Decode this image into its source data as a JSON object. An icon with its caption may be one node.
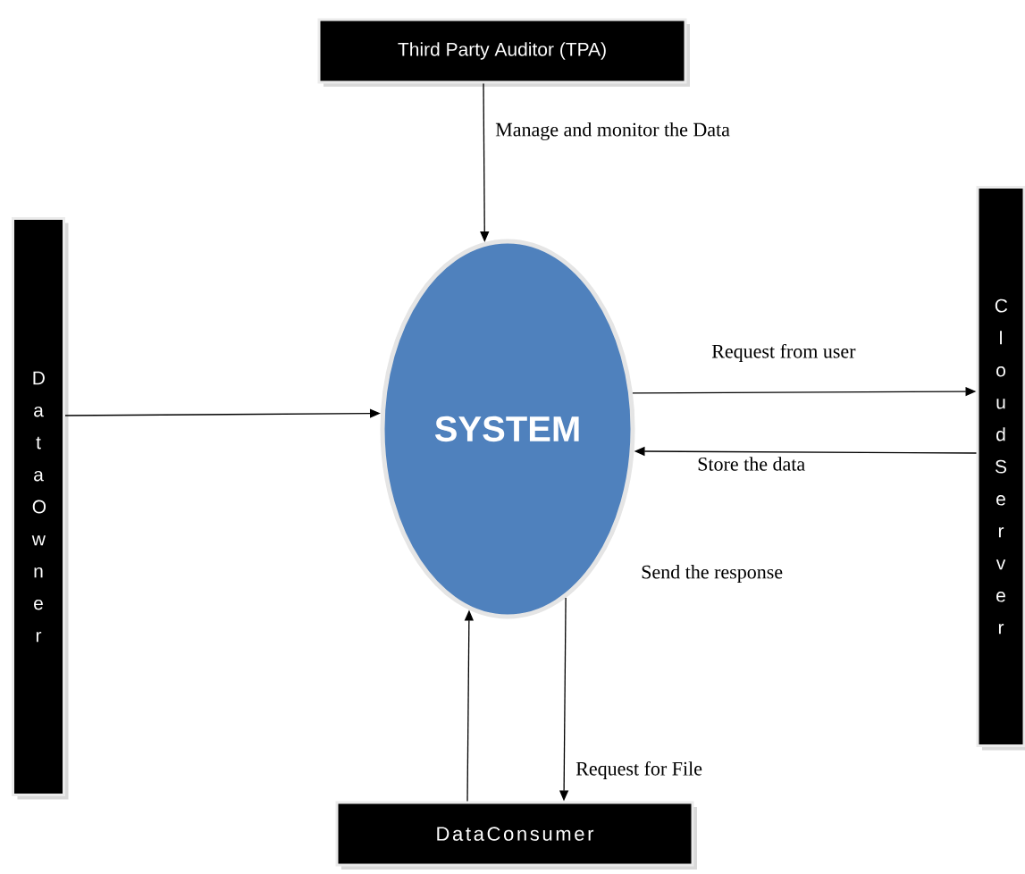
{
  "diagram": {
    "nodes": [
      {
        "text": [
          "Third Party Auditor (TPA)"
        ]
      },
      {
        "text": [
          "Data Owner"
        ]
      },
      {
        "text": [
          "SYSTEM"
        ],
        "beside": [
          "Send the response"
        ]
      },
      {
        "text": [
          "Cloud Server"
        ]
      },
      {
        "text": [
          "DataConsumer"
        ]
      }
    ],
    "edges": [
      {
        "from": 0,
        "to": 2,
        "arrow": "to",
        "label": "Manage and monitor the Data"
      },
      {
        "from": 1,
        "to": 2,
        "arrow": "to"
      },
      {
        "from": 2,
        "to": 3,
        "arrow": "to",
        "label": "Request from user"
      },
      {
        "from": 3,
        "to": 2,
        "arrow": "to",
        "label": "Store the data"
      },
      {
        "from": 2,
        "to": 4,
        "arrow": "to",
        "label": "Request for File"
      },
      {
        "from": 4,
        "to": 2,
        "arrow": "to"
      }
    ]
  }
}
